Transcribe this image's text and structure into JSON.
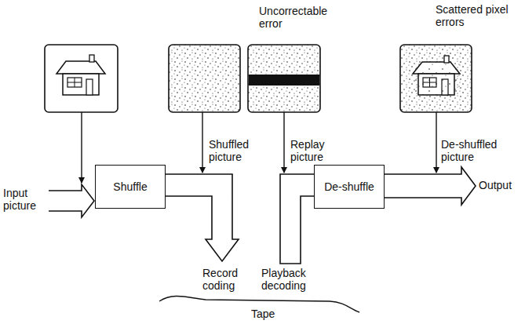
{
  "diagram": {
    "nodes": [
      {
        "text": [
          "Shuffle"
        ]
      },
      {
        "text": [
          "De-shuffle"
        ]
      }
    ],
    "labels": [
      "Uncorrectable error",
      "Scattered pixel errors",
      "Shuffled picture",
      "Replay picture",
      "De-shuffled picture",
      "Input picture",
      "Output",
      "Record coding",
      "Playback decoding",
      "Tape"
    ]
  }
}
